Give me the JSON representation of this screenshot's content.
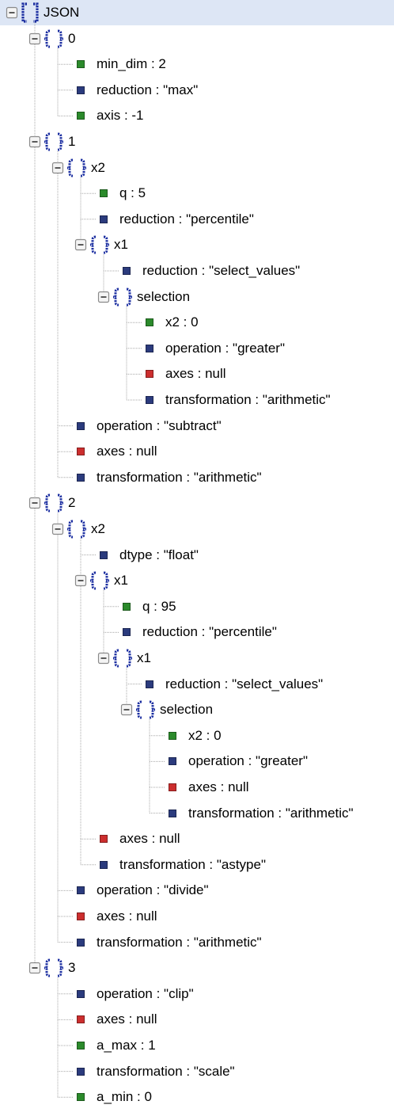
{
  "colors": {
    "header_bg": "#dde6f5",
    "number": "#2b8a2b",
    "string": "#2b3b7d",
    "null": "#cc2e2e",
    "brace": "#1a2da0",
    "guide": "#a8a8a8"
  },
  "tree": {
    "label": "JSON",
    "type": "array",
    "children": [
      {
        "label": "0",
        "type": "object",
        "children": [
          {
            "text": "min_dim : 2",
            "kind": "number"
          },
          {
            "text": "reduction : \"max\"",
            "kind": "string"
          },
          {
            "text": "axis : -1",
            "kind": "number"
          }
        ]
      },
      {
        "label": "1",
        "type": "object",
        "children": [
          {
            "label": "x2",
            "type": "object",
            "children": [
              {
                "text": "q : 5",
                "kind": "number"
              },
              {
                "text": "reduction : \"percentile\"",
                "kind": "string"
              },
              {
                "label": "x1",
                "type": "object",
                "children": [
                  {
                    "text": "reduction : \"select_values\"",
                    "kind": "string"
                  },
                  {
                    "label": "selection",
                    "type": "object",
                    "children": [
                      {
                        "text": "x2 : 0",
                        "kind": "number"
                      },
                      {
                        "text": "operation : \"greater\"",
                        "kind": "string"
                      },
                      {
                        "text": "axes : null",
                        "kind": "null"
                      },
                      {
                        "text": "transformation : \"arithmetic\"",
                        "kind": "string"
                      }
                    ]
                  }
                ]
              }
            ]
          },
          {
            "text": "operation : \"subtract\"",
            "kind": "string"
          },
          {
            "text": "axes : null",
            "kind": "null"
          },
          {
            "text": "transformation : \"arithmetic\"",
            "kind": "string"
          }
        ]
      },
      {
        "label": "2",
        "type": "object",
        "children": [
          {
            "label": "x2",
            "type": "object",
            "children": [
              {
                "text": "dtype : \"float\"",
                "kind": "string"
              },
              {
                "label": "x1",
                "type": "object",
                "children": [
                  {
                    "text": "q : 95",
                    "kind": "number"
                  },
                  {
                    "text": "reduction : \"percentile\"",
                    "kind": "string"
                  },
                  {
                    "label": "x1",
                    "type": "object",
                    "children": [
                      {
                        "text": "reduction : \"select_values\"",
                        "kind": "string"
                      },
                      {
                        "label": "selection",
                        "type": "object",
                        "children": [
                          {
                            "text": "x2 : 0",
                            "kind": "number"
                          },
                          {
                            "text": "operation : \"greater\"",
                            "kind": "string"
                          },
                          {
                            "text": "axes : null",
                            "kind": "null"
                          },
                          {
                            "text": "transformation : \"arithmetic\"",
                            "kind": "string"
                          }
                        ]
                      }
                    ]
                  }
                ]
              },
              {
                "text": "axes : null",
                "kind": "null"
              },
              {
                "text": "transformation : \"astype\"",
                "kind": "string"
              }
            ]
          },
          {
            "text": "operation : \"divide\"",
            "kind": "string"
          },
          {
            "text": "axes : null",
            "kind": "null"
          },
          {
            "text": "transformation : \"arithmetic\"",
            "kind": "string"
          }
        ]
      },
      {
        "label": "3",
        "type": "object",
        "children": [
          {
            "text": "operation : \"clip\"",
            "kind": "string"
          },
          {
            "text": "axes : null",
            "kind": "null"
          },
          {
            "text": "a_max : 1",
            "kind": "number"
          },
          {
            "text": "transformation : \"scale\"",
            "kind": "string"
          },
          {
            "text": "a_min : 0",
            "kind": "number"
          }
        ]
      }
    ]
  }
}
